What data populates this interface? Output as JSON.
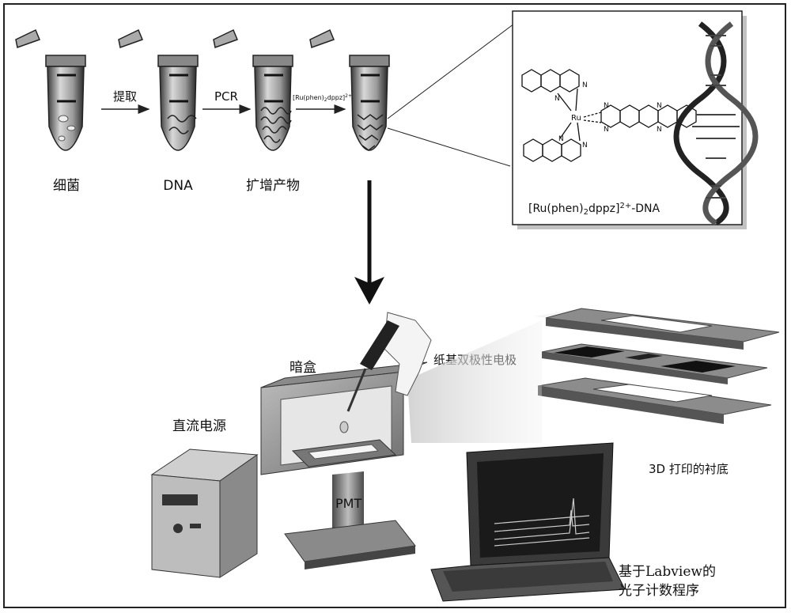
{
  "tubes": {
    "bacteria_label": "细菌",
    "dna_label": "DNA",
    "product_label": "扩增产物"
  },
  "arrows": {
    "extract_label": "提取",
    "pcr_label": "PCR",
    "complex_label_main": "[Ru(phen)",
    "complex_label_sub": "2",
    "complex_label_rest": "dppz]",
    "complex_label_sup": "2+"
  },
  "inset": {
    "metal_label": "Ru",
    "n_label": "N",
    "caption_main": "[Ru(phen)",
    "caption_sub": "2",
    "caption_rest": "dppz]",
    "caption_sup": "2+",
    "caption_tail": "-DNA"
  },
  "setup": {
    "dark_box_label": "暗盒",
    "power_label": "直流电源",
    "pmt_label": "PMT",
    "electrode_label": "纸基双极性电极",
    "substrate_label": "3D 打印的衬底",
    "software_line1": "基于Labview的",
    "software_line2": "光子计数程序"
  }
}
